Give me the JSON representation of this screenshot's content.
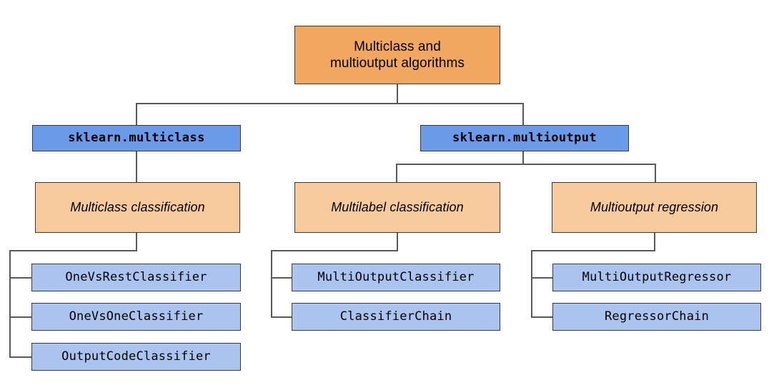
{
  "diagram": {
    "title": "Multiclass and multioutput algorithms",
    "type": "tree",
    "palette": {
      "root_fill": "#f0a860",
      "module_fill": "#6a9ae8",
      "task_fill": "#f7ca9d",
      "leaf_fill": "#aac4ef",
      "border": "#3a3a3a",
      "connector": "#595959",
      "background": "#ffffff"
    },
    "root": {
      "label_line1": "Multiclass and",
      "label_line2": "multioutput algorithms"
    },
    "modules": [
      {
        "label": "sklearn.multiclass"
      },
      {
        "label": "sklearn.multioutput"
      }
    ],
    "tasks": [
      {
        "label": "Multiclass classification"
      },
      {
        "label": "Multilabel classification"
      },
      {
        "label": "Multioutput regression"
      }
    ],
    "leaves": {
      "multiclass_classification": [
        {
          "label": "OneVsRestClassifier"
        },
        {
          "label": "OneVsOneClassifier"
        },
        {
          "label": "OutputCodeClassifier"
        }
      ],
      "multilabel_classification": [
        {
          "label": "MultiOutputClassifier"
        },
        {
          "label": "ClassifierChain"
        }
      ],
      "multioutput_regression": [
        {
          "label": "MultiOutputRegressor"
        },
        {
          "label": "RegressorChain"
        }
      ]
    }
  }
}
